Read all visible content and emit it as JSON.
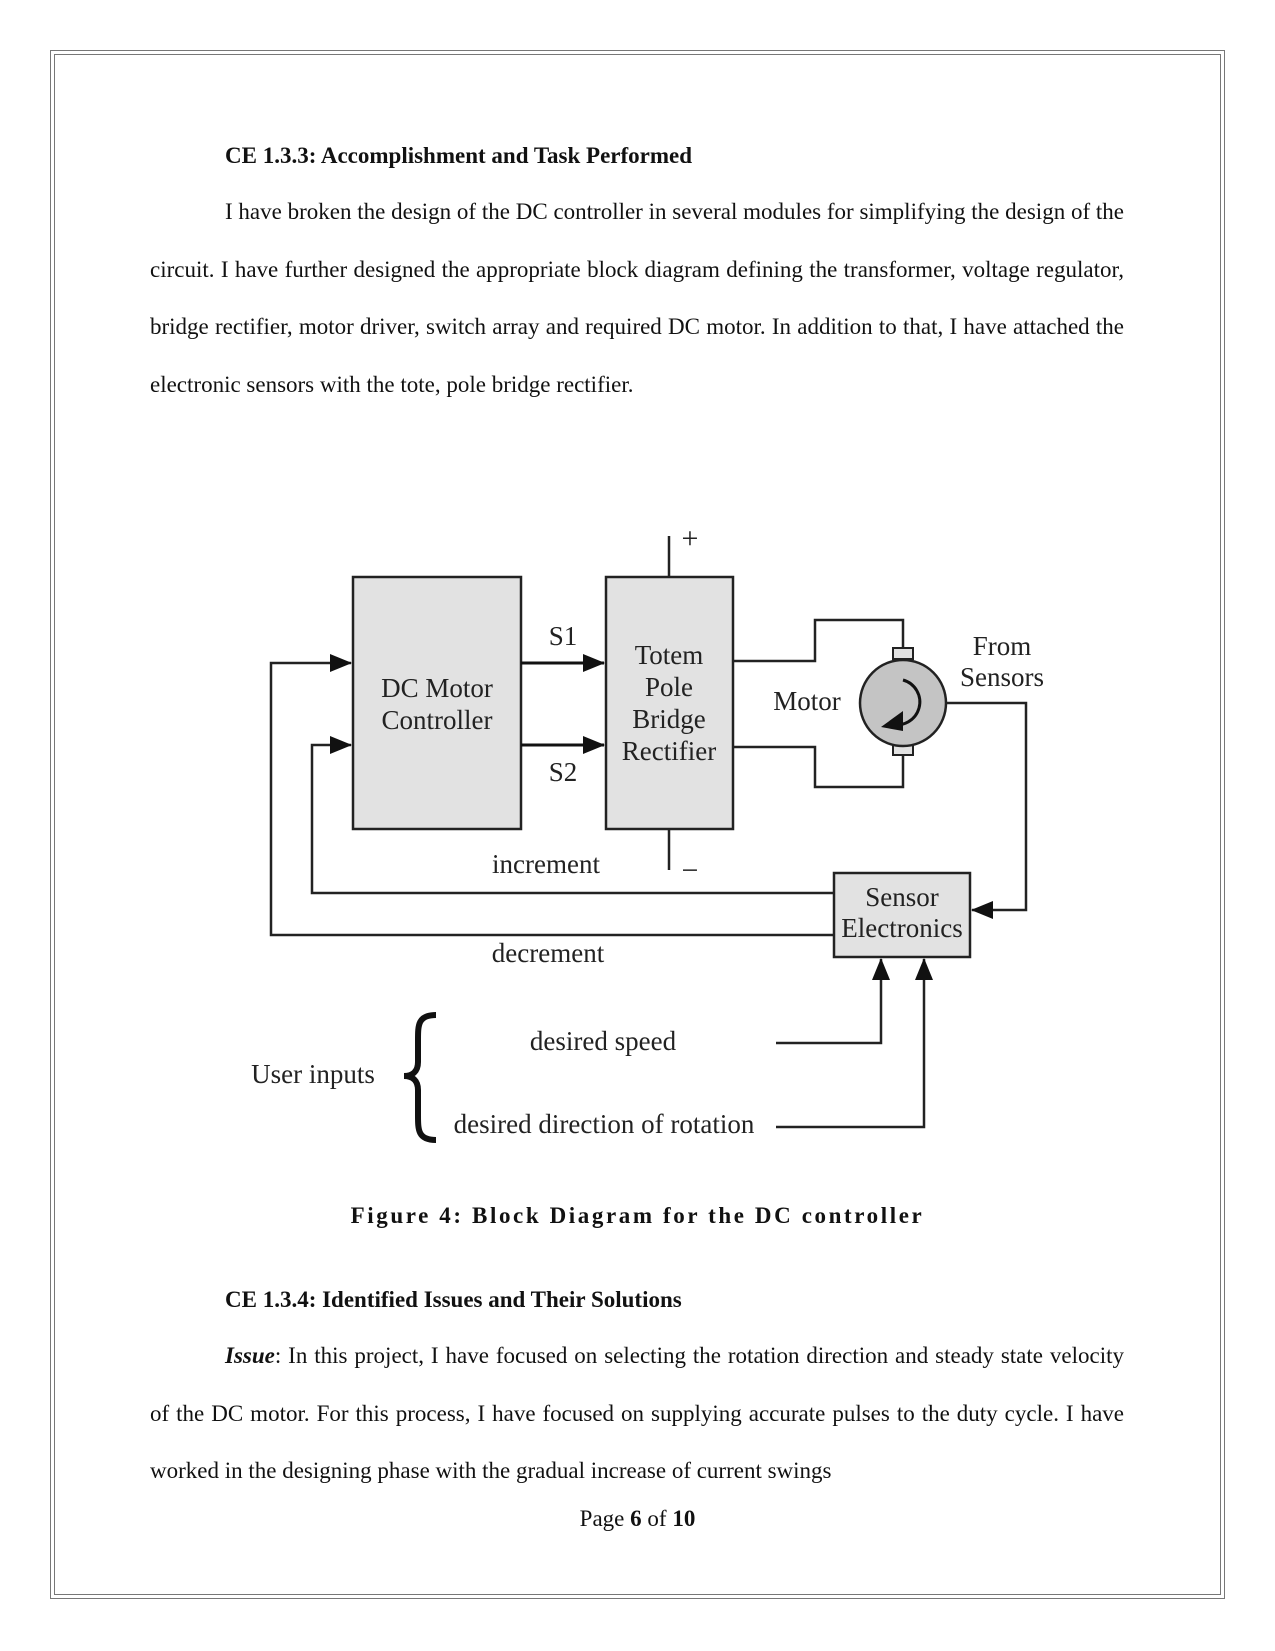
{
  "section1": {
    "heading": "CE 1.3.3: Accomplishment and Task Performed",
    "paragraph": "I have broken the design of the DC controller in several modules for simplifying the design of the circuit. I have further designed the appropriate block diagram defining the transformer, voltage regulator, bridge rectifier, motor driver, switch array and required DC motor. In addition to that, I have attached the electronic sensors with the tote, pole bridge rectifier."
  },
  "diagram": {
    "block_controller": [
      "DC Motor",
      "Controller"
    ],
    "block_rectifier": [
      "Totem",
      "Pole",
      "Bridge",
      "Rectifier"
    ],
    "block_sensor": [
      "Sensor",
      "Electronics"
    ],
    "plus": "+",
    "minus": "−",
    "s1": "S1",
    "s2": "S2",
    "motor": "Motor",
    "from_sensors": [
      "From",
      "Sensors"
    ],
    "increment": "increment",
    "decrement": "decrement",
    "user_inputs": "User inputs",
    "desired_speed": "desired speed",
    "desired_direction": "desired direction of rotation"
  },
  "figure_caption": "Figure 4: Block Diagram for the DC controller",
  "section2": {
    "heading": "CE 1.3.4: Identified Issues and Their Solutions",
    "issue_label": "Issue",
    "issue_text": ": In this project, I have focused on selecting the rotation direction and steady state velocity of the DC motor. For this process, I have focused on supplying accurate pulses to the duty cycle. I have worked in the designing phase with the gradual increase of current swings"
  },
  "footer": {
    "page_word": "Page",
    "page_number": "6",
    "of_word": "of",
    "total_pages": "10"
  }
}
